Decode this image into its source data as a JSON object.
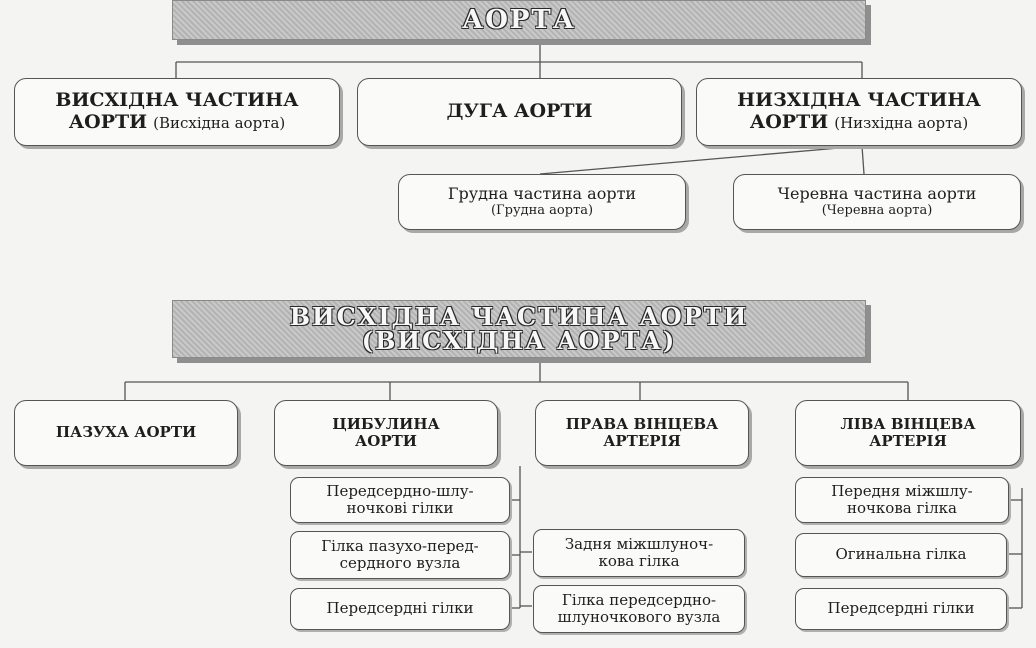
{
  "top": {
    "title": "АОРТА",
    "ascending": {
      "title_line1": "ВИСХІДНА ЧАСТИНА",
      "title_line2": "АОРТИ",
      "alt": "(Висхідна аорта)"
    },
    "arch": {
      "title": "ДУГА АОРТИ"
    },
    "descending": {
      "title_line1": "НИЗХІДНА ЧАСТИНА",
      "title_line2": "АОРТИ",
      "alt": "(Низхідна аорта)"
    },
    "thoracic": {
      "title": "Грудна частина аорти",
      "alt": "(Грудна аорта)"
    },
    "abdominal": {
      "title": "Черевна частина аорти",
      "alt": "(Черевна аорта)"
    }
  },
  "bottom": {
    "title_line1": "ВИСХІДНА ЧАСТИНА АОРТИ",
    "title_line2": "(ВИСХІДНА АОРТА)",
    "sinus": {
      "title": "ПАЗУХА АОРТИ"
    },
    "bulb": {
      "line1": "ЦИБУЛИНА",
      "line2": "АОРТИ"
    },
    "right_coronary": {
      "line1": "ПРАВА ВІНЦЕВА",
      "line2": "АРТЕРІЯ"
    },
    "left_coronary": {
      "line1": "ЛІВА ВІНЦЕВА",
      "line2": "АРТЕРІЯ"
    },
    "rc_branches": {
      "atrioventricular": {
        "line1": "Передсердно-шлу-",
        "line2": "ночкові гілки"
      },
      "sinoatrial": {
        "line1": "Гілка пазухо-перед-",
        "line2": "сердного вузла"
      },
      "atrial": {
        "line1": "Передсердні гілки"
      },
      "posterior_interventricular": {
        "line1": "Задня міжшлуноч-",
        "line2": "кова гілка"
      },
      "av_node": {
        "line1": "Гілка передсердно-",
        "line2": "шлуночкового вузла"
      }
    },
    "lc_branches": {
      "anterior_interventricular": {
        "line1": "Передня міжшлу-",
        "line2": "ночкова гілка"
      },
      "circumflex": {
        "line1": "Огинальна гілка"
      },
      "atrial": {
        "line1": "Передсердні гілки"
      }
    }
  }
}
